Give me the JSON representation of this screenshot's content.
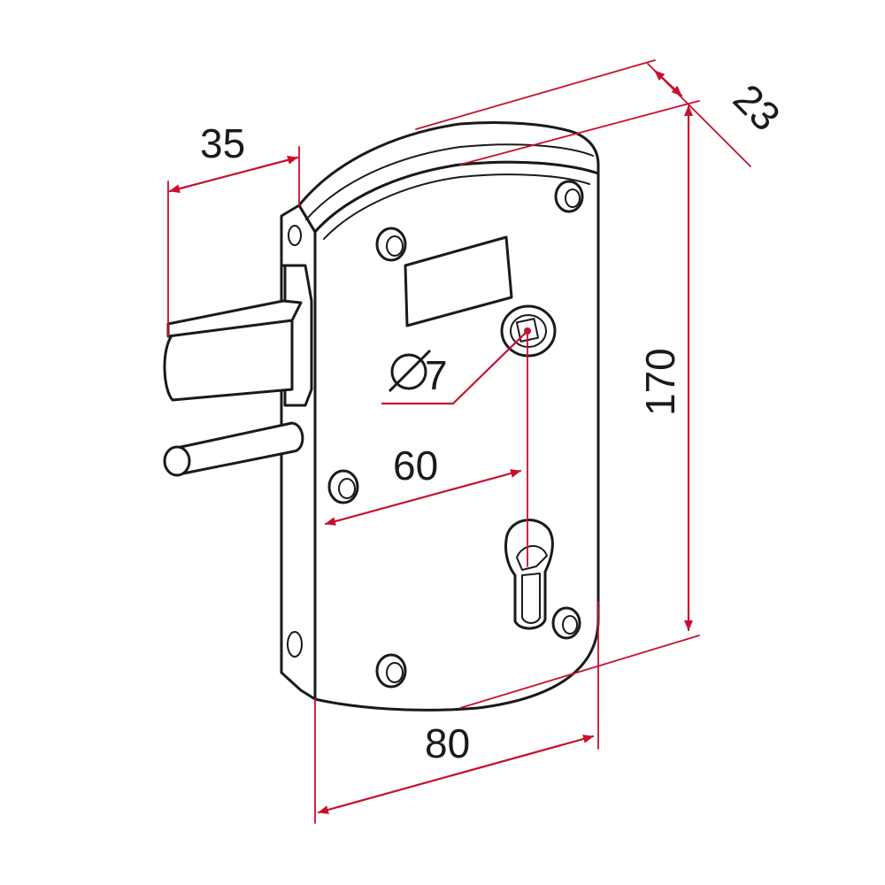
{
  "diagram": {
    "dimensions": {
      "bolt_length": "35",
      "hole_diameter": "7",
      "backset": "60",
      "width": "80",
      "height": "170",
      "depth": "23"
    },
    "colors": {
      "outline": "#1a1a1a",
      "dimension_line": "#c8102e",
      "background": "#ffffff"
    },
    "icons": {
      "diameter_symbol": "diameter-symbol-icon"
    }
  }
}
